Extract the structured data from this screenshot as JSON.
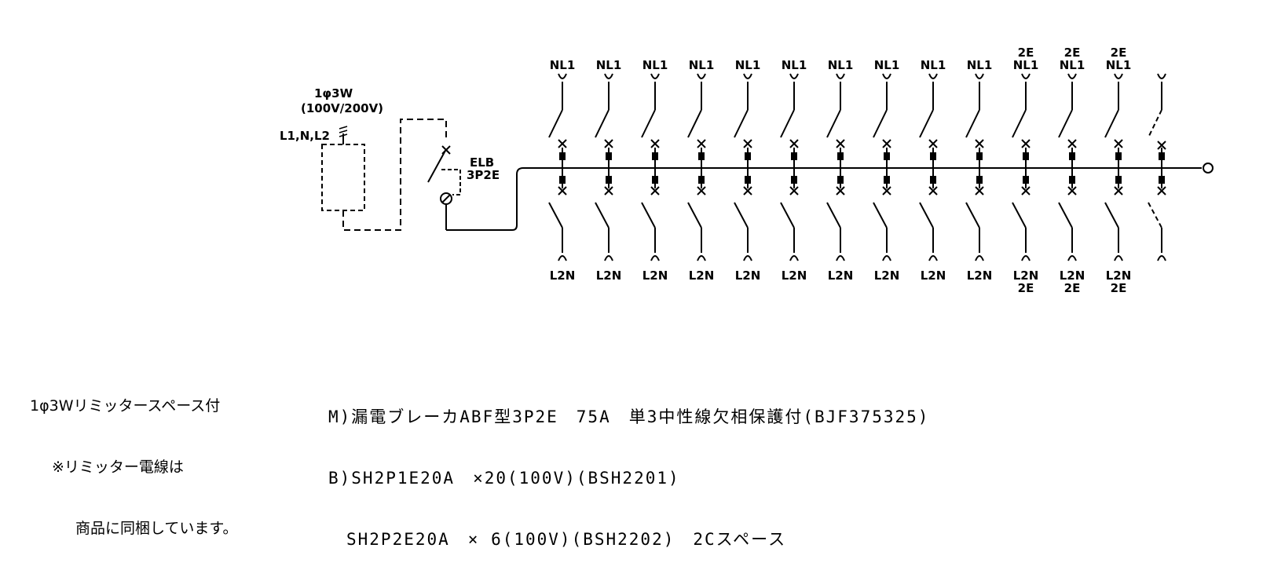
{
  "source": {
    "phase_label": "1φ3W",
    "voltage_label": "(100V/200V)",
    "lines_label": "L1,N,L2"
  },
  "main_breaker": {
    "name": "ELB",
    "poles": "3P2E"
  },
  "branches": [
    {
      "top": [
        "NL1"
      ],
      "bottom": [
        "L2N"
      ]
    },
    {
      "top": [
        "NL1"
      ],
      "bottom": [
        "L2N"
      ]
    },
    {
      "top": [
        "NL1"
      ],
      "bottom": [
        "L2N"
      ]
    },
    {
      "top": [
        "NL1"
      ],
      "bottom": [
        "L2N"
      ]
    },
    {
      "top": [
        "NL1"
      ],
      "bottom": [
        "L2N"
      ]
    },
    {
      "top": [
        "NL1"
      ],
      "bottom": [
        "L2N"
      ]
    },
    {
      "top": [
        "NL1"
      ],
      "bottom": [
        "L2N"
      ]
    },
    {
      "top": [
        "NL1"
      ],
      "bottom": [
        "L2N"
      ]
    },
    {
      "top": [
        "NL1"
      ],
      "bottom": [
        "L2N"
      ]
    },
    {
      "top": [
        "NL1"
      ],
      "bottom": [
        "L2N"
      ]
    },
    {
      "top": [
        "2E",
        "NL1"
      ],
      "bottom": [
        "L2N",
        "2E"
      ]
    },
    {
      "top": [
        "2E",
        "NL1"
      ],
      "bottom": [
        "L2N",
        "2E"
      ]
    },
    {
      "top": [
        "2E",
        "NL1"
      ],
      "bottom": [
        "L2N",
        "2E"
      ]
    }
  ],
  "notes": {
    "left": [
      "1φ3Wリミッタースペース付",
      "※リミッター電線は",
      "商品に同梱しています。"
    ],
    "right": [
      "M)漏電ブレーカABF型3P2E　75A　単3中性線欠相保護付(BJF375325)",
      "B)SH2P1E20A　×20(100V)(BSH2201)",
      "　SH2P2E20A　× 6(100V)(BSH2202)　2Cスペース"
    ]
  }
}
